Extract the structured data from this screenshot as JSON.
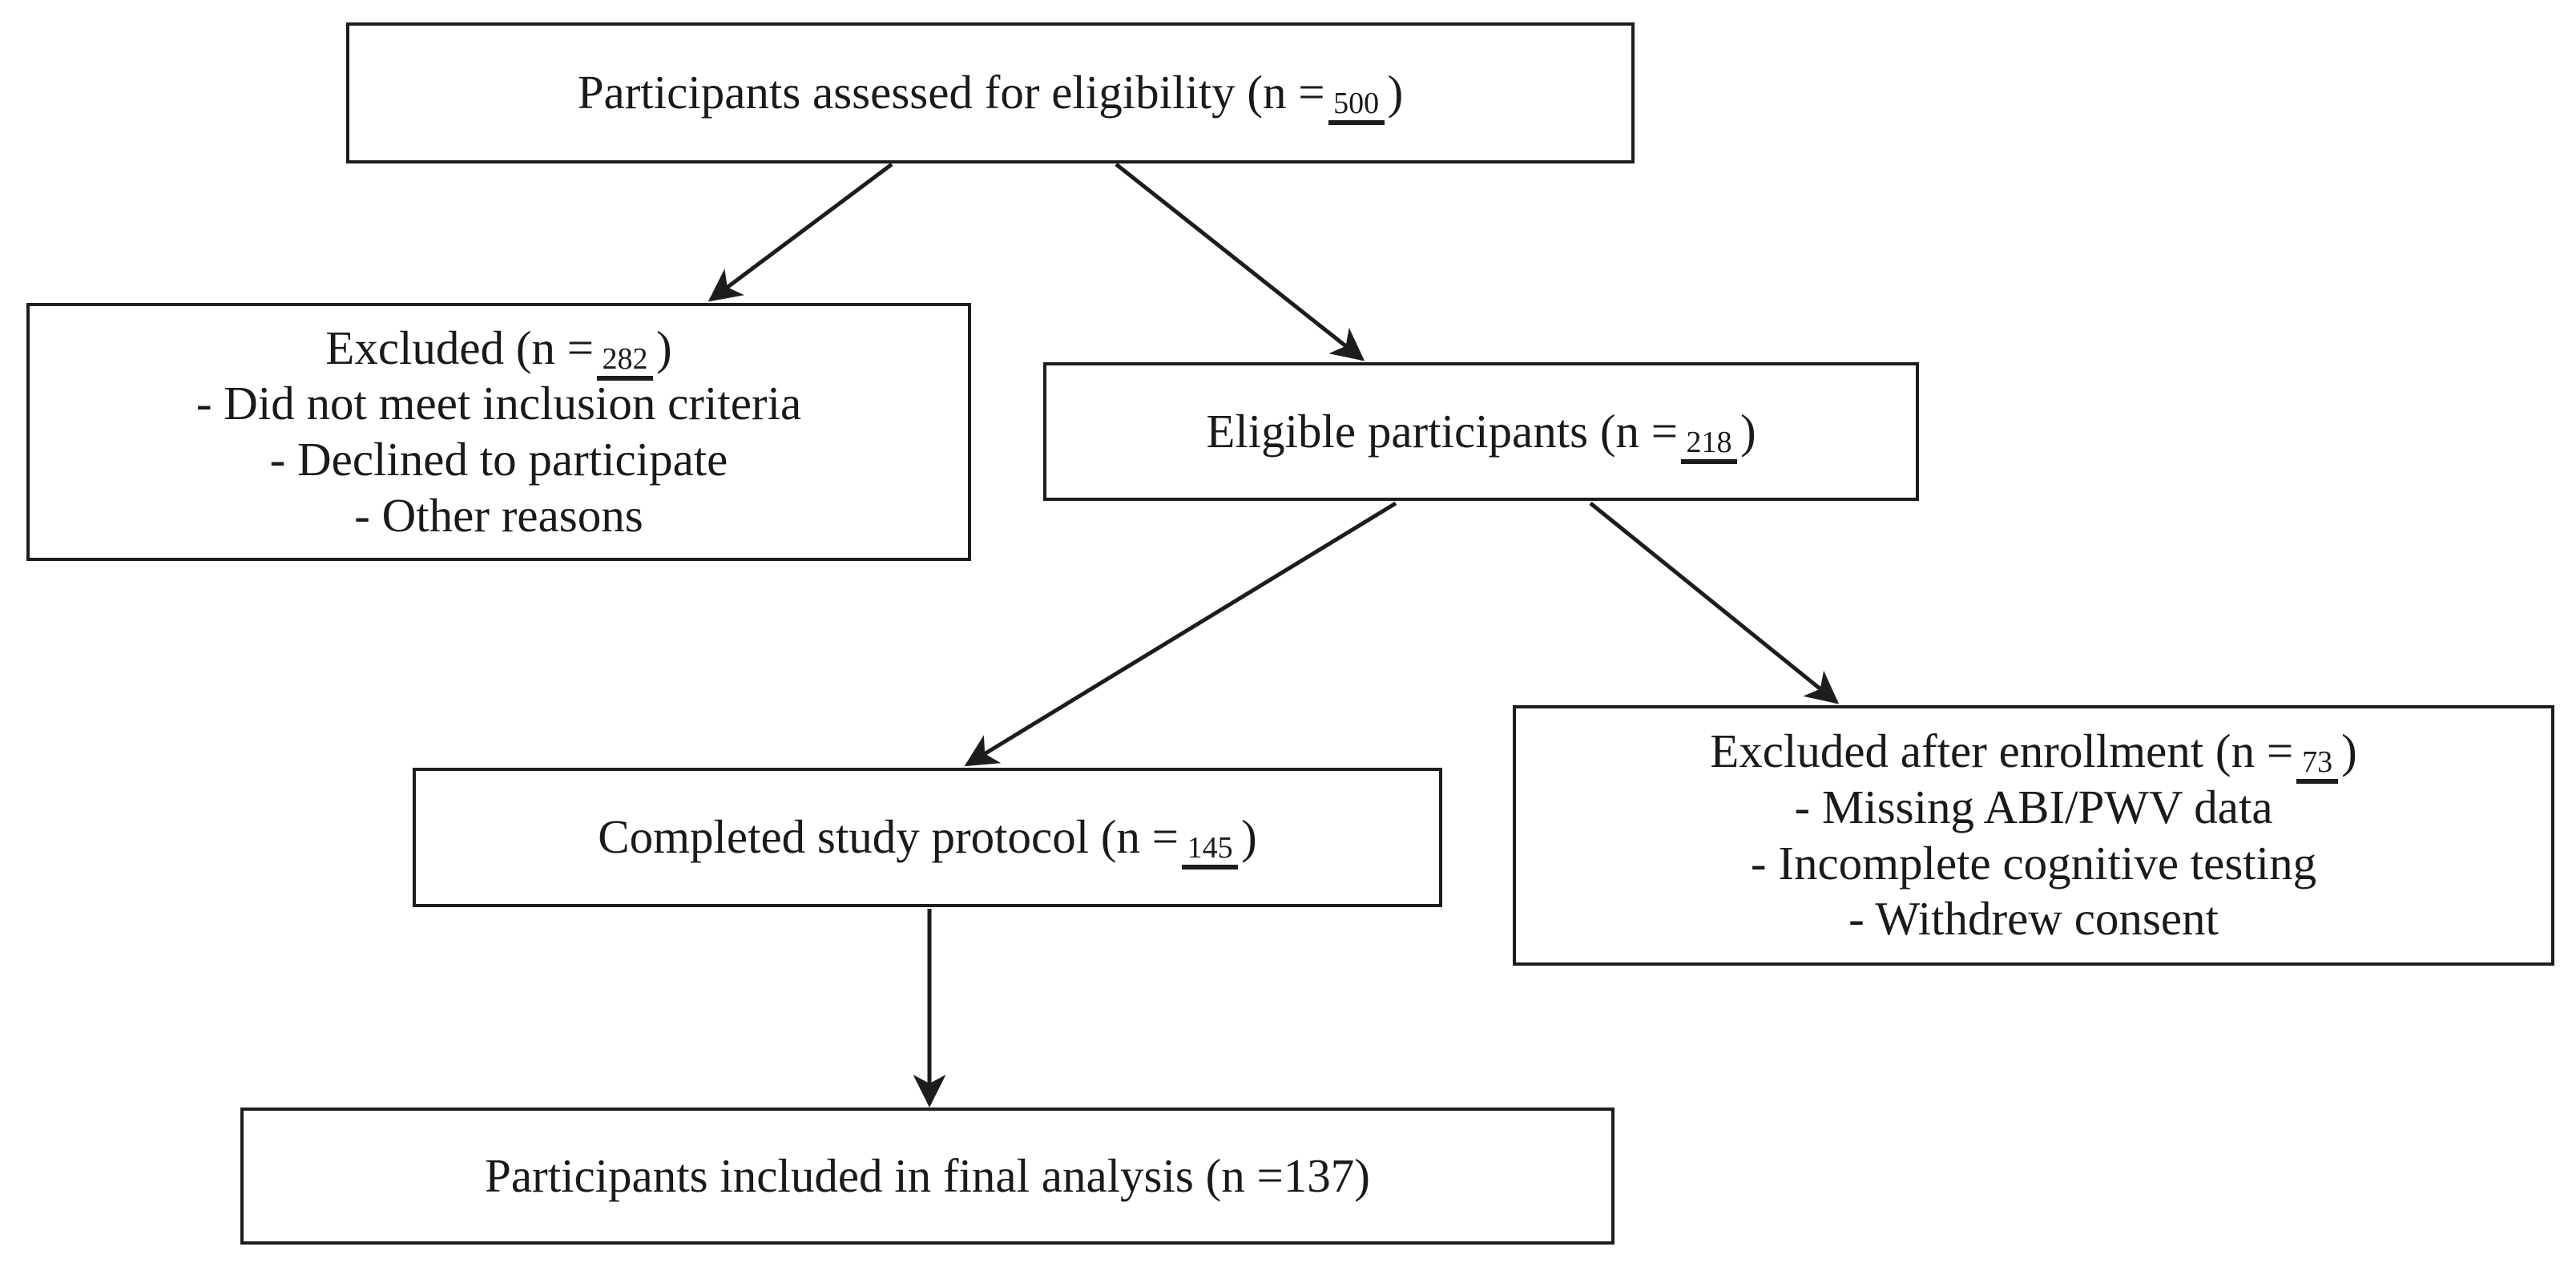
{
  "diagram": {
    "title": "Participant flow diagram",
    "type": "CONSORT-style study flow chart",
    "line_color": "#1d1d1d",
    "box_fill": "#ffffff"
  },
  "nodes": {
    "assessed": {
      "label_prefix": "Participants assessed for eligibility (n = ",
      "count": "500",
      "label_suffix": ")"
    },
    "excluded_pre": {
      "label_prefix": "Excluded (n = ",
      "count": "282",
      "label_suffix": " )",
      "reasons": [
        "- Did not meet inclusion criteria",
        "- Declined to participate",
        "- Other reasons"
      ]
    },
    "eligible": {
      "label_prefix": "Eligible participants (n = ",
      "count": "218",
      "label_suffix": " )"
    },
    "completed": {
      "label_prefix": "Completed study protocol (n = ",
      "count": "145",
      "label_suffix": " )"
    },
    "excluded_post": {
      "label_prefix": "Excluded after enrollment (n = ",
      "count": "73",
      "label_suffix": " )",
      "reasons": [
        "- Missing ABI/PWV data",
        "- Incomplete cognitive testing",
        "- Withdrew consent"
      ]
    },
    "final": {
      "label_prefix": "Participants included in final analysis (n = ",
      "count": "137",
      "label_suffix": ")"
    }
  },
  "edges": [
    {
      "name": "assessed-to-excluded-pre",
      "from": "assessed",
      "to": "excluded_pre"
    },
    {
      "name": "assessed-to-eligible",
      "from": "assessed",
      "to": "eligible"
    },
    {
      "name": "eligible-to-completed",
      "from": "eligible",
      "to": "completed"
    },
    {
      "name": "eligible-to-excluded-post",
      "from": "eligible",
      "to": "excluded_post"
    },
    {
      "name": "completed-to-final",
      "from": "completed",
      "to": "final"
    }
  ]
}
